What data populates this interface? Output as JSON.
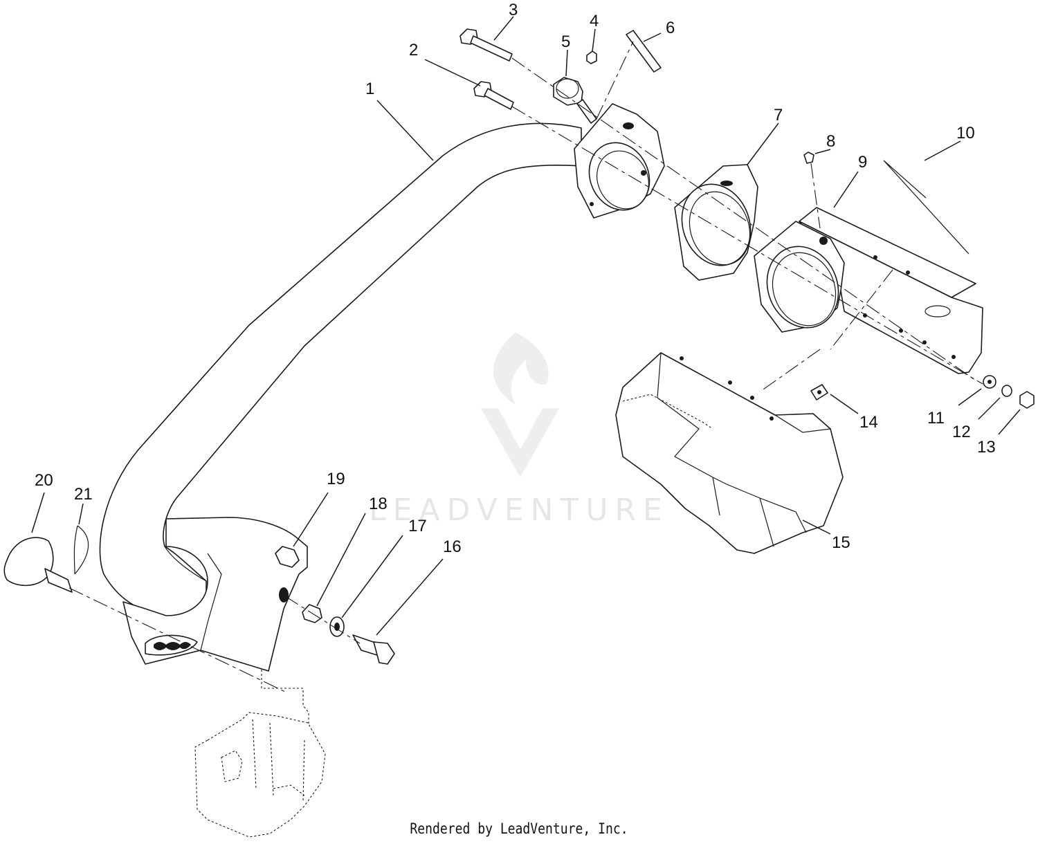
{
  "diagram": {
    "callouts": [
      {
        "number": "1"
      },
      {
        "number": "2"
      },
      {
        "number": "3"
      },
      {
        "number": "4"
      },
      {
        "number": "5"
      },
      {
        "number": "6"
      },
      {
        "number": "7"
      },
      {
        "number": "8"
      },
      {
        "number": "9"
      },
      {
        "number": "10"
      },
      {
        "number": "11"
      },
      {
        "number": "12"
      },
      {
        "number": "13"
      },
      {
        "number": "14"
      },
      {
        "number": "15"
      },
      {
        "number": "16"
      },
      {
        "number": "17"
      },
      {
        "number": "18"
      },
      {
        "number": "19"
      },
      {
        "number": "20"
      },
      {
        "number": "21"
      }
    ],
    "watermark": "LEADVENTURE",
    "footer": "Rendered by LeadVenture, Inc."
  },
  "colors": {
    "line": "#1a1a1a",
    "background": "#ffffff",
    "watermark": "#e6e6e6"
  }
}
